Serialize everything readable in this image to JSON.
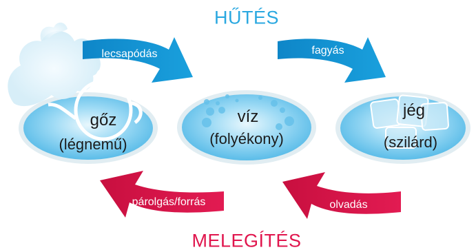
{
  "titles": {
    "cooling": "HŰTÉS",
    "heating": "MELEGÍTÉS"
  },
  "states": [
    {
      "name": "gőz",
      "form": "(légnemű)",
      "icon": "teapot-steam-icon"
    },
    {
      "name": "víz",
      "form": "(folyékony)",
      "icon": "water-drops-icon"
    },
    {
      "name": "jég",
      "form": "(szilárd)",
      "icon": "ice-cubes-icon"
    }
  ],
  "processes": {
    "condensation": "lecsapódás",
    "freezing": "fagyás",
    "evaporation": "párolgás/forrás",
    "melting": "olvadás"
  },
  "colors": {
    "cooling": "#1296d6",
    "heating": "#d81448",
    "water": "#7fcdf0"
  }
}
